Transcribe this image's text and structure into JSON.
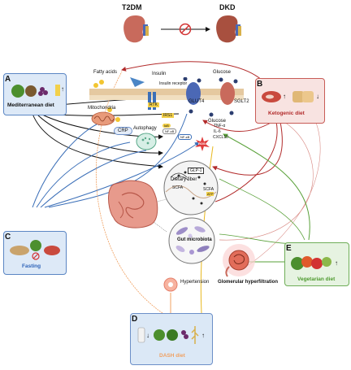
{
  "header": {
    "left_label": "T2DM",
    "right_label": "DKD"
  },
  "panels": {
    "A": {
      "letter": "A",
      "label": "Mediterranean diet"
    },
    "B": {
      "letter": "B",
      "label": "Ketogenic diet"
    },
    "C": {
      "letter": "C",
      "label": "Fasting"
    },
    "D": {
      "letter": "D",
      "label": "DASH diet"
    },
    "E": {
      "letter": "E",
      "label": "Vegetarian diet"
    }
  },
  "cell": {
    "fatty_acids": "Fatty acids",
    "insulin": "Insulin",
    "insulin_receptor": "Insulin receptor",
    "glucose_top": "Glucose",
    "glucose_bottom": "Glucose",
    "glut4": "GLUT4",
    "sglt2": "SGLT2",
    "rtk": "RTK",
    "irs1": "IRS1",
    "mitochondria": "Mitochondria",
    "crp": "CRP",
    "autophagy": "Autophagy",
    "ikb": "IκB",
    "nfkb1": "NF-κB",
    "nfkb2": "NF-κB",
    "tnfa": "TNF-α",
    "il6": "IL-6",
    "cxcl10": "CXCL10",
    "ros": "ROS"
  },
  "gut": {
    "glp1": "GLP-1",
    "dietary_fiber": "Dietary fiber",
    "scfa_left": "SCFA",
    "scfa_right": "SCFA",
    "atp": "ATP",
    "gut_microbiota": "Gut microbiota"
  },
  "other": {
    "hypertension": "Hypertension",
    "glomerular_hyperfiltration": "Glomerular hyperfiltration"
  },
  "colors": {
    "blue_panel": "#dde9f7",
    "red_panel": "#f8e3e1",
    "green_panel": "#e6f3e1",
    "dash_text": "#f0a060",
    "keto_text": "#b22b2b",
    "veg_text": "#4d9a2e",
    "fasting_text": "#2e63b8"
  },
  "icons": [
    "kidney-icon",
    "prohibited-icon",
    "olive-icon",
    "wine-icon",
    "steak-icon",
    "bread-icon",
    "salt-icon",
    "grain-icon",
    "vegetables-icon",
    "intestine-icon",
    "donut-icon",
    "glomerulus-icon"
  ]
}
